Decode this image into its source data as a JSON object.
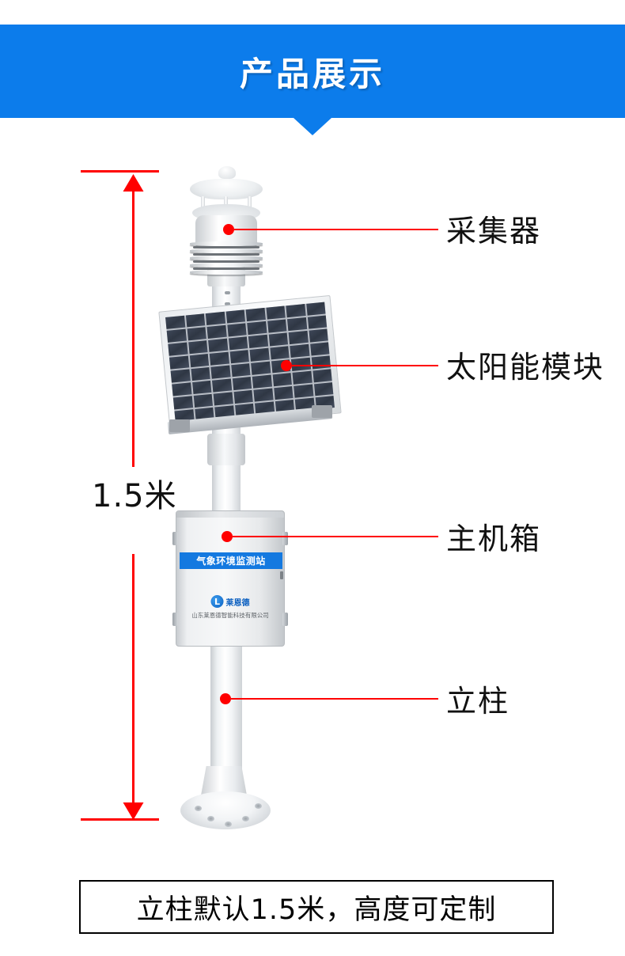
{
  "header": {
    "title": "产品展示"
  },
  "dimension": {
    "label": "1.5米"
  },
  "product": {
    "enclosure": {
      "banner_text": "气象环境监测站",
      "logo_letter": "L",
      "logo_name": "莱恩德",
      "company": "山东莱恩德智能科技有限公司"
    }
  },
  "callouts": [
    {
      "label": "采集器"
    },
    {
      "label": "太阳能模块"
    },
    {
      "label": "主机箱"
    },
    {
      "label": "立柱"
    }
  ],
  "footer": {
    "note": "立柱默认1.5米，高度可定制"
  },
  "colors": {
    "brand_blue": "#0c7ceb",
    "banner_blue": "#1479e0",
    "callout_red": "#ff0000",
    "text_dark": "#111111"
  }
}
